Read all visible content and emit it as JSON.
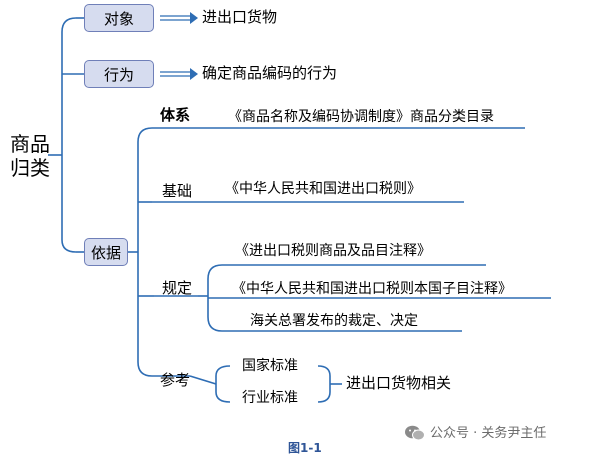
{
  "root": {
    "line1": "商品",
    "line2": "归类"
  },
  "duixiang": {
    "label": "对象",
    "target": "进出口货物"
  },
  "xingwei": {
    "label": "行为",
    "target": "确定商品编码的行为"
  },
  "yiju": {
    "label": "依据"
  },
  "tixi": {
    "label": "体系",
    "content": "《商品名称及编码协调制度》商品分类目录"
  },
  "jichu": {
    "label": "基础",
    "content": "《中华人民共和国进出口税则》"
  },
  "guiding": {
    "label": "规定",
    "items": [
      "《进出口税则商品及品目注释》",
      "《中华人民共和国进出口税则本国子目注释》",
      "海关总署发布的裁定、决定"
    ]
  },
  "cankao": {
    "label": "参考",
    "items": [
      "国家标准",
      "行业标准"
    ],
    "target": "进出口货物相关"
  },
  "caption": "图1-1",
  "watermark": "公众号 · 关务尹主任",
  "colors": {
    "line": "#2e6db4",
    "arrow": "#2e6db4",
    "box_fill": "#d6dcef",
    "box_border": "#6f7fb8",
    "caption": "#2f5597"
  }
}
